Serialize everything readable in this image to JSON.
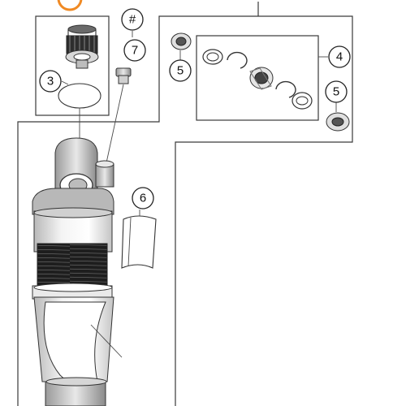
{
  "callouts": {
    "c3": "3",
    "c4": "4",
    "c5a": "5",
    "c5b": "5",
    "c6": "6",
    "c7": "7",
    "chash": "#"
  },
  "colors": {
    "highlight": "#f08a24",
    "spring": "#1e1e1e",
    "line": "#3a3a3a"
  }
}
